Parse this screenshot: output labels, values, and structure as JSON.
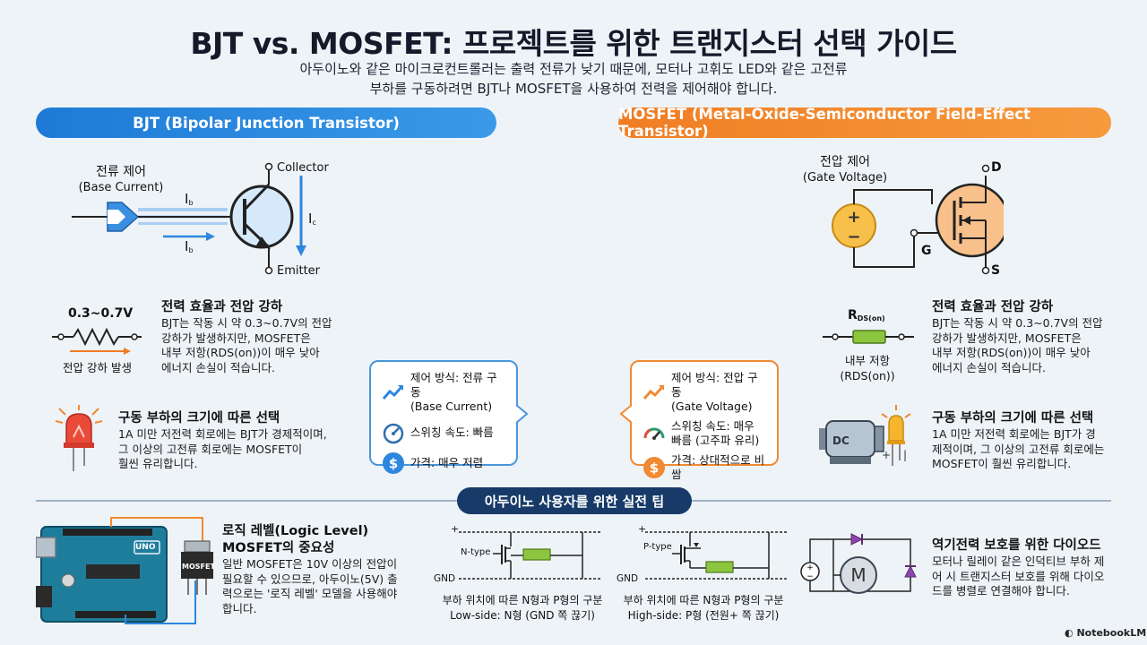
{
  "title": "BJT vs. MOSFET: 프로젝트를 위한 트랜지스터 선택 가이드",
  "subtitle_line1": "아두이노와 같은 마이크로컨트롤러는 출력 전류가 낮기 때문에, 모터나 고휘도 LED와 같은 고전류",
  "subtitle_line2": "부하를 구동하려면 BJT나 MOSFET을 사용하여 전력을 제어해야 합니다.",
  "bjt": {
    "header": "BJT (Bipolar Junction Transistor)",
    "control_title": "전류 제어",
    "control_sub": "(Base Current)",
    "ib": "I",
    "ib_sub": "b",
    "ic": "I",
    "ic_sub": "c",
    "collector": "Collector",
    "emitter": "Emitter",
    "vdrop": "0.3~0.7V",
    "vdrop_caption": "전압 강하 발생",
    "eff_title": "전력 효율과 전압 강하",
    "eff_body_1": "BJT는 작동 시 약 0.3~0.7V의 전압",
    "eff_body_2": "강하가 발생하지만, MOSFET은",
    "eff_body_3": "내부 저항(RDS(on))이 매우 낮아",
    "eff_body_4": "에너지 손실이 적습니다.",
    "load_title": "구동 부하의 크기에 따른 선택",
    "load_body_1": "1A 미만 저전력 회로에는 BJT가 경제적이며,",
    "load_body_2": "그 이상의 고전류 회로에는 MOSFET이",
    "load_body_3": "훨씬 유리합니다.",
    "card": {
      "control": "제어 방식: 전류 구동",
      "control_sub": "(Base Current)",
      "speed": "스위칭 속도: 빠름",
      "price": "가격: 매우 저렴"
    }
  },
  "mosfet": {
    "header": "MOSFET (Metal-Oxide-Semiconductor Field-Effect Transistor)",
    "control_title": "전압 제어",
    "control_sub": "(Gate Voltage)",
    "d": "D",
    "g": "G",
    "s": "S",
    "rds": "R",
    "rds_sub": "DS(on)",
    "rds_caption_1": "내부 저항",
    "rds_caption_2": "(RDS(on))",
    "eff_title": "전력 효율과 전압 강하",
    "eff_body_1": "BJT는 작동 시 약 0.3~0.7V의 전압",
    "eff_body_2": "강하가 발생하지만, MOSFET은",
    "eff_body_3": "내부 저항(RDS(on))이 매우 낮아",
    "eff_body_4": "에너지 손실이 적습니다.",
    "load_title": "구동 부하의 크기에 따른 선택",
    "load_body_1": "1A 미만 저전력 회로에는 BJT가 경",
    "load_body_2": "제적이며, 그 이상의 고전류 회로에는",
    "load_body_3": "MOSFET이 훨씬 유리합니다.",
    "dc_label": "DC",
    "card": {
      "control": "제어 방식: 전압 구동",
      "control_sub": "(Gate Voltage)",
      "speed_1": "스위칭 속도: 매우",
      "speed_2": "빠름 (고주파 유리)",
      "price": "가격: 상대적으로 비쌈"
    }
  },
  "tips": {
    "header": "아두이노 사용자를 위한 실전 팁",
    "logic_title_1": "로직 레벨(Logic Level)",
    "logic_title_2": "MOSFET의 중요성",
    "logic_body_1": "일반 MOSFET은 10V 이상의 전압이",
    "logic_body_2": "필요할 수 있으므로, 아두이노(5V) 출",
    "logic_body_3": "력으로는 '로직 레벨' 모델을 사용해야",
    "logic_body_4": "합니다.",
    "mosfet_chip": "MOSFET",
    "uno_label": "UNO",
    "n_plus": "+",
    "n_type": "N-type",
    "n_gnd": "GND",
    "p_plus": "+",
    "p_type": "P-type",
    "p_gnd": "GND",
    "n_caption_1": "부하 위치에 따른 N형과 P형의 구분",
    "n_caption_2": "Low-side: N형 (GND 쪽 끊기)",
    "p_caption_1": "부하 위치에 따른 N형과 P형의 구분",
    "p_caption_2": "High-side: P형 (전원+ 쪽 끊기)",
    "motor_label": "M",
    "diode_title": "역기전력 보호를 위한 다이오드",
    "diode_body_1": "모터나 릴레이 같은 인덕티브 부하 제",
    "diode_body_2": "어 시 트랜지스터 보호를 위해 다이오",
    "diode_body_3": "드를 병렬로 연결해야 합니다."
  },
  "brand": "NotebookLM",
  "colors": {
    "blue": "#1d7ad6",
    "orange": "#f07d24",
    "navy": "#173a68",
    "green": "#8cc63f"
  }
}
